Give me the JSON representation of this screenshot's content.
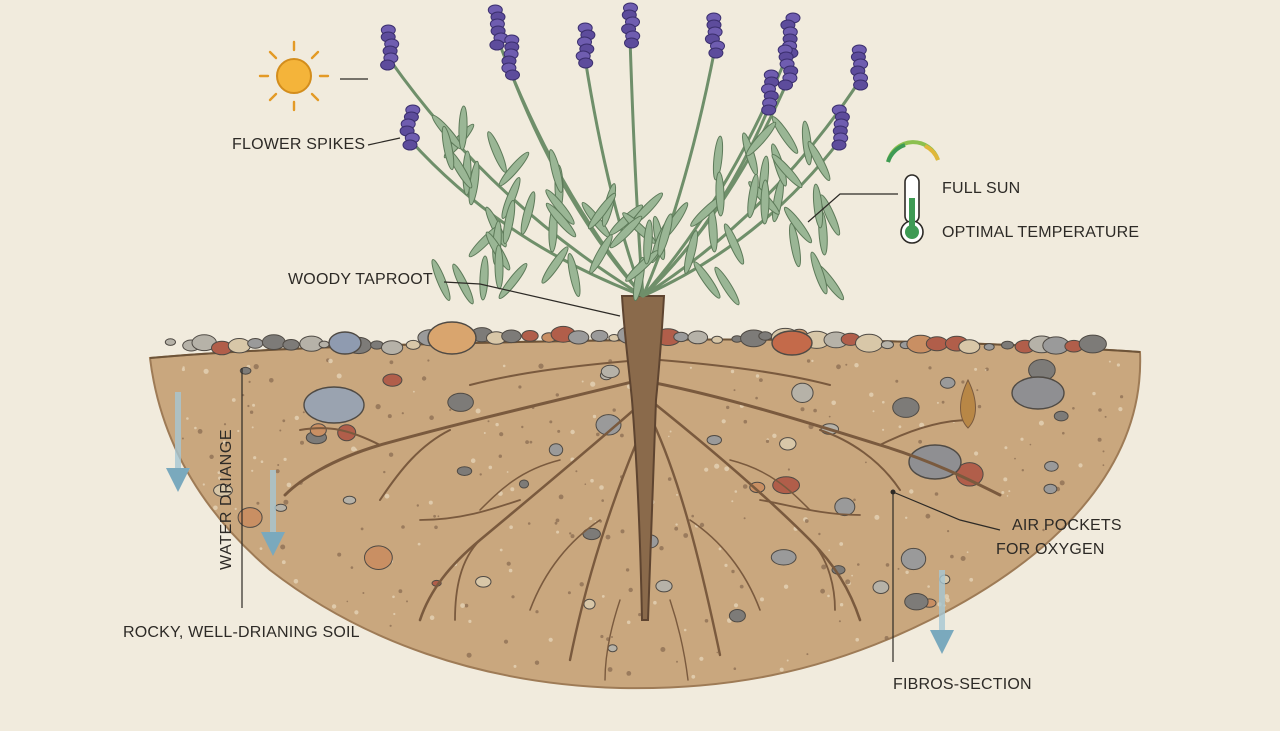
{
  "labels": {
    "flower_spikes": "FLOWER SPIKES",
    "full_sun": "FULL SUN",
    "optimal_temperature": "OPTIMAL TEMPERATURE",
    "woody_taproot": "WOODY TAPROOT",
    "water_drainage": "WATER DRIANGE",
    "rocky_soil": "ROCKY, WELL-DRIANING SOIL",
    "air_pockets_line1": "AIR POCKETS",
    "air_pockets_line2": "FOR OXYGEN",
    "fibrous_section": "FIBROS-SECTION"
  },
  "icons": [
    "sun-icon",
    "thermometer-icon",
    "drainage-arrow-icon"
  ],
  "colors": {
    "background": "#f1ebdd",
    "soil": "#c9a77e",
    "soil_dark": "#a88460",
    "root": "#7a5a3e",
    "stem": "#6f8f6a",
    "leaf": "#8fae8b",
    "flower": "#5d4c9c",
    "sun": "#f4b43a",
    "arrow": "#7aa9bd",
    "text": "#2d2a26"
  }
}
